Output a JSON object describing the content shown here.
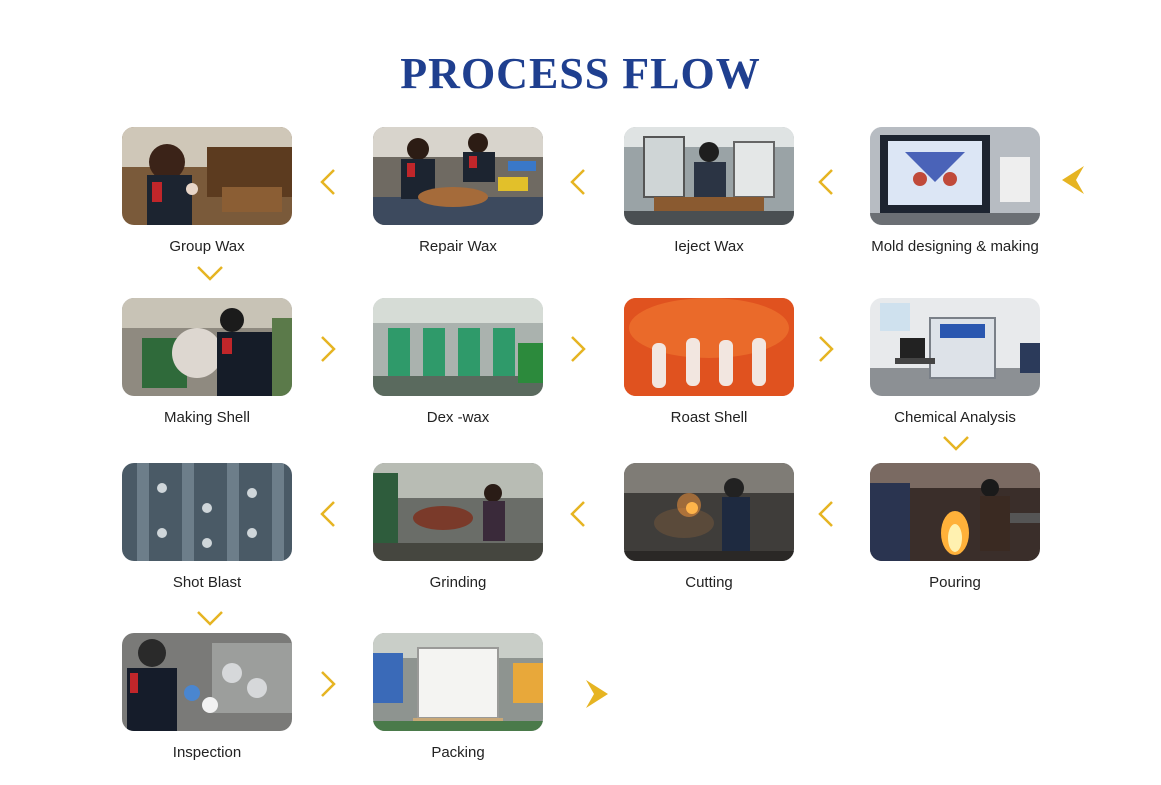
{
  "title": "PROCESS FLOW",
  "colors": {
    "title": "#1f3f8f",
    "arrow": "#e6b422"
  },
  "steps": [
    {
      "id": "mold",
      "label": "Mold designing & making",
      "icon": "mold-designing-photo-icon"
    },
    {
      "id": "inject",
      "label": "Ieject Wax",
      "icon": "inject-wax-photo-icon"
    },
    {
      "id": "repair",
      "label": "Repair Wax",
      "icon": "repair-wax-photo-icon"
    },
    {
      "id": "group",
      "label": "Group Wax",
      "icon": "group-wax-photo-icon"
    },
    {
      "id": "shell",
      "label": "Making Shell",
      "icon": "making-shell-photo-icon"
    },
    {
      "id": "dewax",
      "label": "Dex -wax",
      "icon": "dewax-photo-icon"
    },
    {
      "id": "roast",
      "label": "Roast Shell",
      "icon": "roast-shell-photo-icon"
    },
    {
      "id": "chem",
      "label": "Chemical Analysis",
      "icon": "chemical-analysis-photo-icon"
    },
    {
      "id": "pour",
      "label": "Pouring",
      "icon": "pouring-photo-icon"
    },
    {
      "id": "cut",
      "label": "Cutting",
      "icon": "cutting-photo-icon"
    },
    {
      "id": "grind",
      "label": "Grinding",
      "icon": "grinding-photo-icon"
    },
    {
      "id": "blast",
      "label": "Shot Blast",
      "icon": "shot-blast-photo-icon"
    },
    {
      "id": "inspect",
      "label": "Inspection",
      "icon": "inspection-photo-icon"
    },
    {
      "id": "pack",
      "label": "Packing",
      "icon": "packing-photo-icon"
    }
  ]
}
